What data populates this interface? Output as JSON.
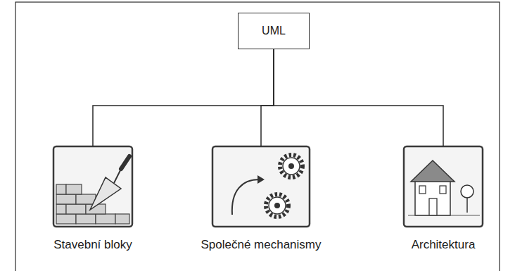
{
  "diagram": {
    "nodes": [
      {
        "text": [
          "UML"
        ]
      },
      {
        "text": [
          "Stavební bloky"
        ]
      },
      {
        "text": [
          "Společné mechanismy"
        ]
      },
      {
        "text": [
          "Architektura"
        ]
      }
    ],
    "edges": [
      {
        "from": 0,
        "to": 1,
        "arrow": "none"
      },
      {
        "from": 0,
        "to": 2,
        "arrow": "none"
      },
      {
        "from": 0,
        "to": 3,
        "arrow": "none"
      }
    ]
  }
}
